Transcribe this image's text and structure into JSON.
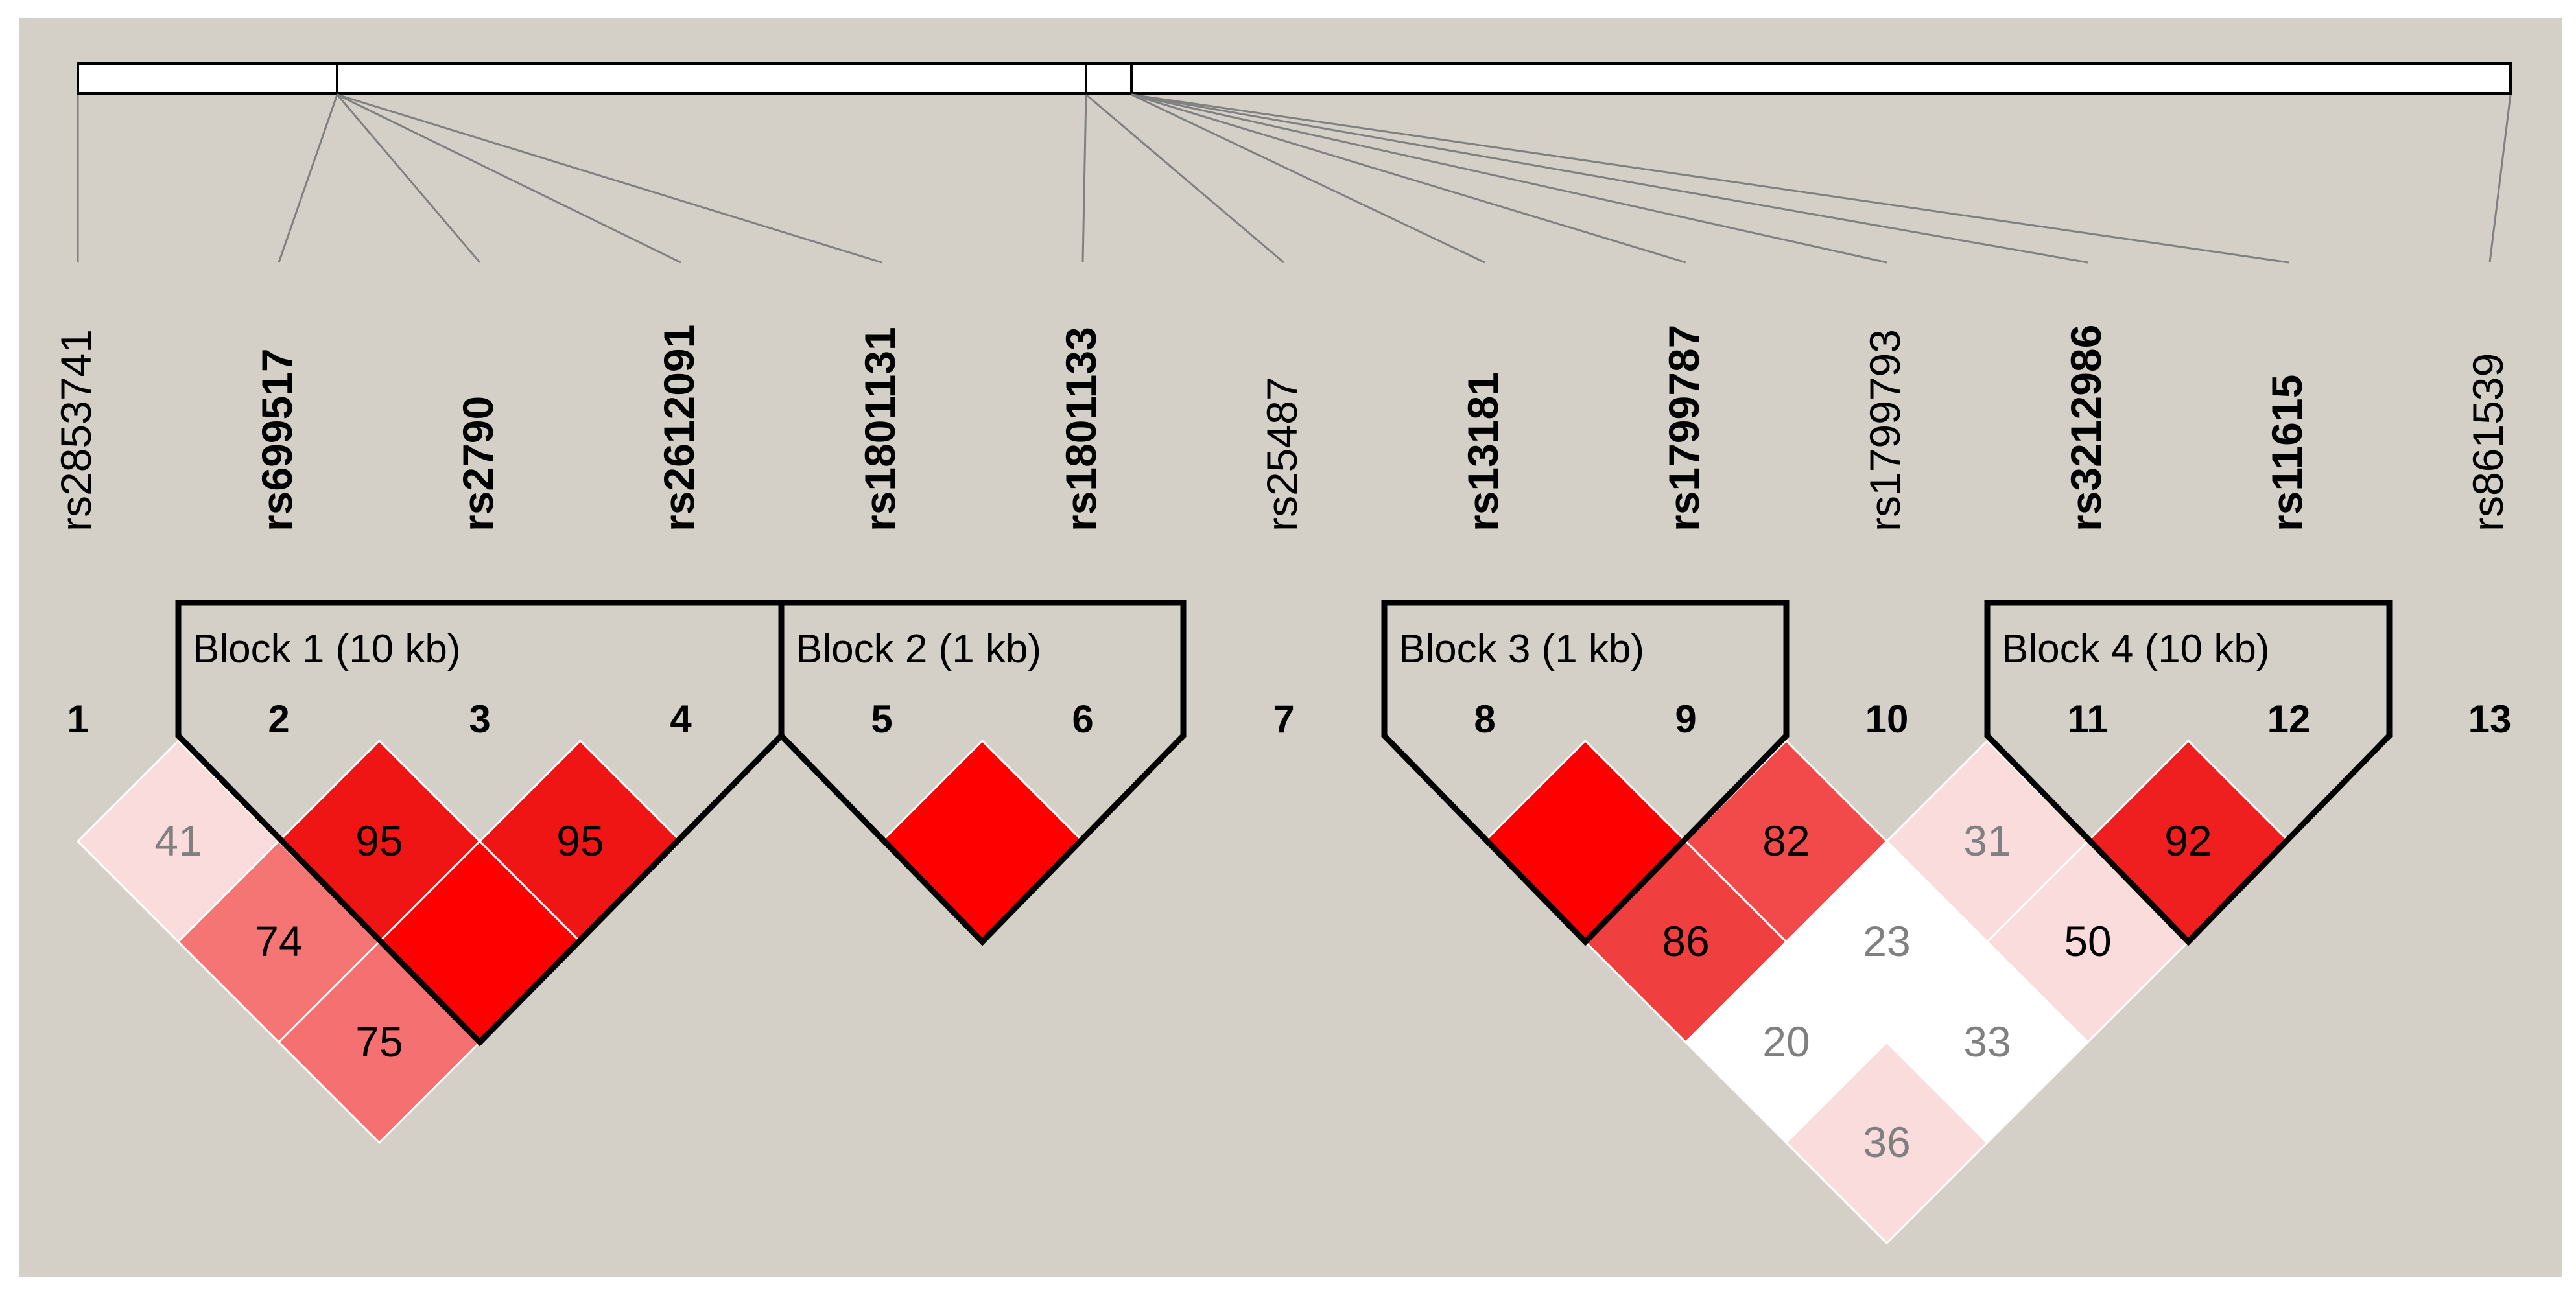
{
  "colors": {
    "background": "#d4d0c8",
    "outer_background": "#ffffff",
    "red_full": "#ff0000",
    "block_outline": "#000000"
  },
  "snps": [
    {
      "index": "1",
      "name": "rs2853741",
      "bold": false
    },
    {
      "index": "2",
      "name": "rs699517",
      "bold": true
    },
    {
      "index": "3",
      "name": "rs2790",
      "bold": true
    },
    {
      "index": "4",
      "name": "rs2612091",
      "bold": true
    },
    {
      "index": "5",
      "name": "rs1801131",
      "bold": true
    },
    {
      "index": "6",
      "name": "rs1801133",
      "bold": true
    },
    {
      "index": "7",
      "name": "rs25487",
      "bold": false
    },
    {
      "index": "8",
      "name": "rs13181",
      "bold": true
    },
    {
      "index": "9",
      "name": "rs1799787",
      "bold": true
    },
    {
      "index": "10",
      "name": "rs1799793",
      "bold": false
    },
    {
      "index": "11",
      "name": "rs3212986",
      "bold": true
    },
    {
      "index": "12",
      "name": "rs11615",
      "bold": true
    },
    {
      "index": "13",
      "name": "rs861539",
      "bold": false
    }
  ],
  "blocks": [
    {
      "label": "Block 1 (10 kb)",
      "first": 2,
      "last": 4
    },
    {
      "label": "Block 2 (1 kb)",
      "first": 5,
      "last": 6
    },
    {
      "label": "Block 3 (1 kb)",
      "first": 8,
      "last": 9
    },
    {
      "label": "Block 4 (10 kb)",
      "first": 11,
      "last": 12
    }
  ],
  "ld_cells": [
    {
      "i": 1,
      "j": 2,
      "value": "41",
      "color": "#fadcdc",
      "text_color": "#808080"
    },
    {
      "i": 1,
      "j": 3,
      "value": "74",
      "color": "#f57575",
      "text_color": "#000000"
    },
    {
      "i": 1,
      "j": 4,
      "value": "75",
      "color": "#f57070",
      "text_color": "#000000"
    },
    {
      "i": 2,
      "j": 3,
      "value": "95",
      "color": "#f01515",
      "text_color": "#000000"
    },
    {
      "i": 2,
      "j": 4,
      "value": "",
      "color": "#ff0000",
      "text_color": "#000000"
    },
    {
      "i": 3,
      "j": 4,
      "value": "95",
      "color": "#f01515",
      "text_color": "#000000"
    },
    {
      "i": 5,
      "j": 6,
      "value": "",
      "color": "#ff0000",
      "text_color": "#000000"
    },
    {
      "i": 8,
      "j": 9,
      "value": "",
      "color": "#ff0000",
      "text_color": "#000000"
    },
    {
      "i": 8,
      "j": 10,
      "value": "86",
      "color": "#f03f3f",
      "text_color": "#000000"
    },
    {
      "i": 8,
      "j": 11,
      "value": "20",
      "color": "#ffffff",
      "text_color": "#808080"
    },
    {
      "i": 8,
      "j": 12,
      "value": "36",
      "color": "#fadcdc",
      "text_color": "#808080"
    },
    {
      "i": 9,
      "j": 10,
      "value": "82",
      "color": "#f24a4a",
      "text_color": "#000000"
    },
    {
      "i": 9,
      "j": 11,
      "value": "23",
      "color": "#ffffff",
      "text_color": "#808080"
    },
    {
      "i": 9,
      "j": 12,
      "value": "33",
      "color": "#ffffff",
      "text_color": "#808080"
    },
    {
      "i": 10,
      "j": 11,
      "value": "31",
      "color": "#fadcdc",
      "text_color": "#808080"
    },
    {
      "i": 10,
      "j": 12,
      "value": "50",
      "color": "#fadcdc",
      "text_color": "#000000"
    },
    {
      "i": 11,
      "j": 12,
      "value": "92",
      "color": "#f01f1f",
      "text_color": "#000000"
    }
  ]
}
